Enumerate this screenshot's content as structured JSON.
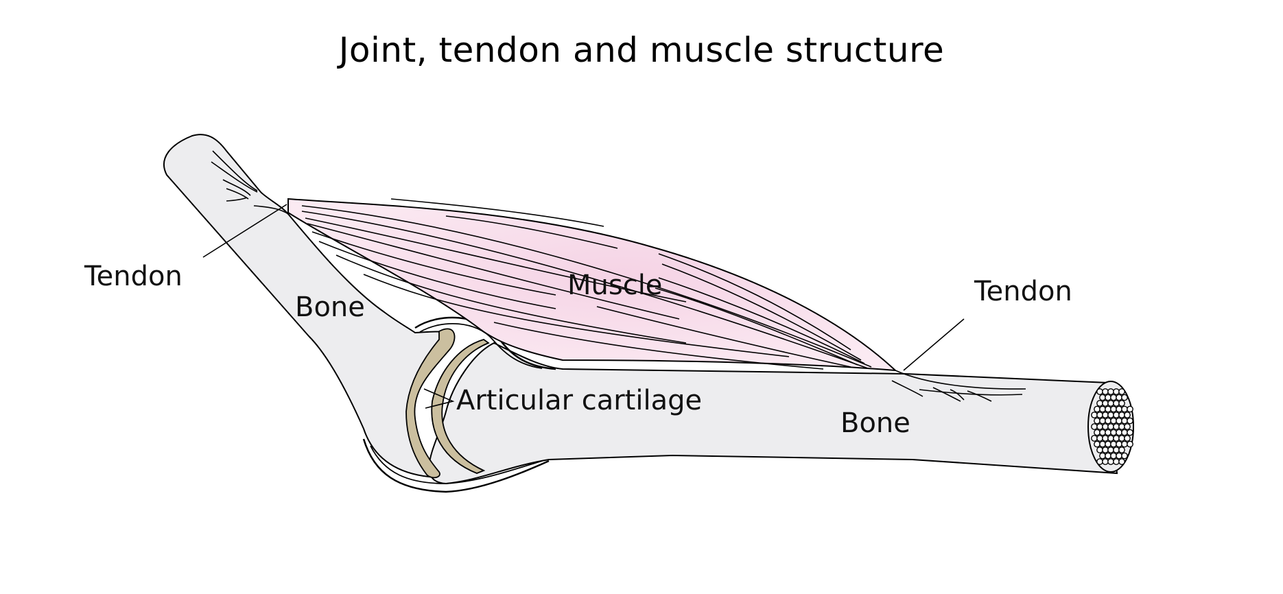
{
  "title": "Joint, tendon and muscle structure",
  "labels": {
    "tendon_left": "Tendon",
    "bone_left": "Bone",
    "muscle": "Muscle",
    "tendon_right": "Tendon",
    "articular_cartilage": "Articular cartilage",
    "bone_right": "Bone"
  },
  "colors": {
    "bone_fill": "#ededef",
    "muscle_fill": "#f7d9e8",
    "cartilage_fill": "#cbbf9f",
    "outline": "#000000",
    "background": "#ffffff"
  }
}
